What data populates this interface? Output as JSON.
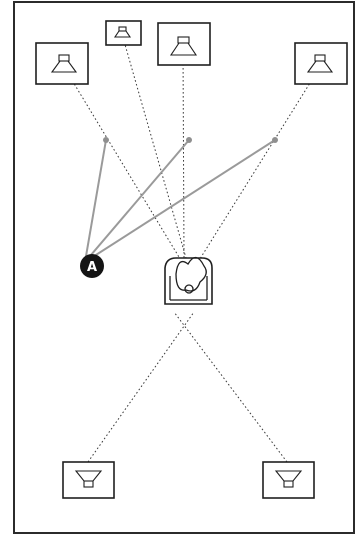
{
  "diagram": {
    "callout": {
      "label": "A"
    },
    "speakers": [
      {
        "role": "front-left",
        "facing": "toward-listener"
      },
      {
        "role": "center",
        "facing": "toward-listener"
      },
      {
        "role": "front-right",
        "facing": "toward-listener"
      },
      {
        "role": "top-center",
        "facing": "toward-listener"
      },
      {
        "role": "surround-left",
        "facing": "toward-listener"
      },
      {
        "role": "surround-right",
        "facing": "toward-listener"
      }
    ],
    "listener": {
      "icon": "listener-icon"
    },
    "colors": {
      "line": "#1f1f1f",
      "pointer": "#9a9a9a",
      "callout": "#141414"
    }
  }
}
